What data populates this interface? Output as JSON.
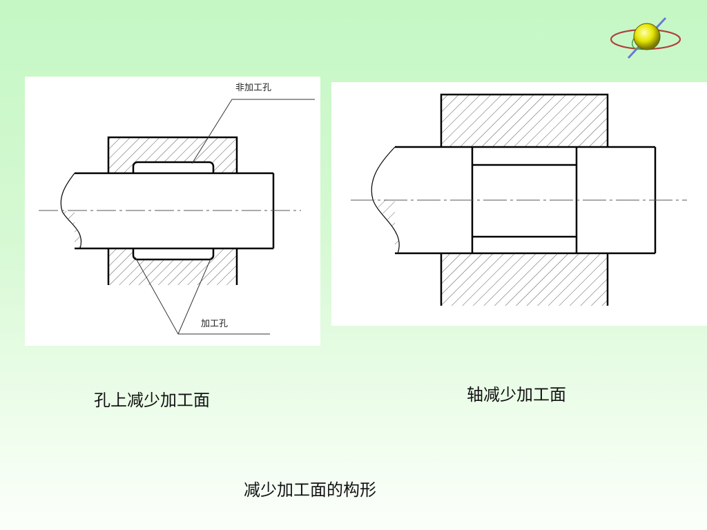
{
  "diagram": {
    "left": {
      "label_top": "非加工孔",
      "label_bottom": "加工孔",
      "caption": "孔上减少加工面"
    },
    "right": {
      "caption": "轴减少加工面"
    },
    "title": "减少加工面的构形"
  },
  "colors": {
    "background_top": "#c4f7c4",
    "background_bottom": "#fbfffb",
    "panel": "#ffffff",
    "line": "#000000",
    "hatch": "#555555",
    "logo_sphere": "#e6e600",
    "logo_ring": "#b04040"
  },
  "icons": {
    "logo": "atom-globe-icon"
  }
}
